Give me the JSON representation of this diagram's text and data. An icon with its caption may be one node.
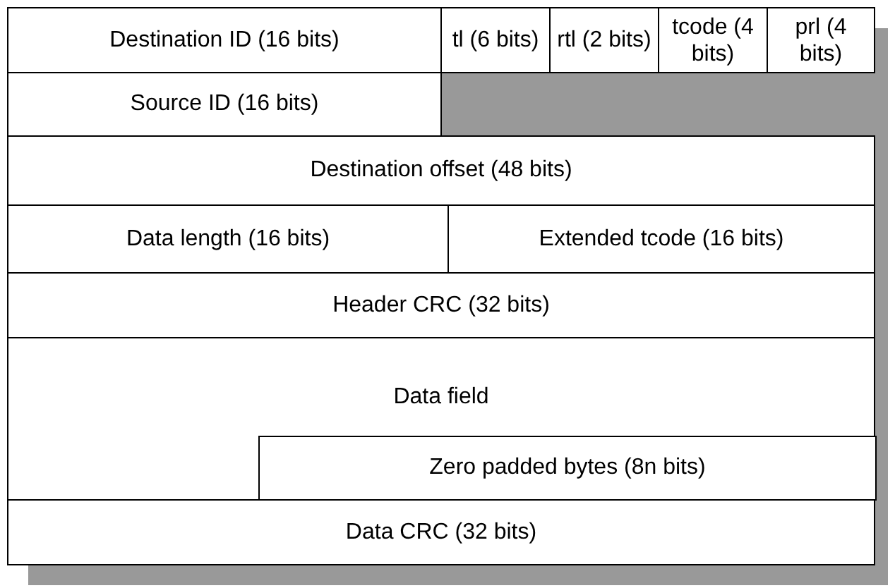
{
  "diagram": {
    "nodes": [
      {
        "text": [
          "Destination ID (16 bits)"
        ]
      },
      {
        "text": [
          "tl (6 bits)"
        ]
      },
      {
        "text": [
          "rtl (2 bits)"
        ]
      },
      {
        "text": [
          "tcode (4 bits)"
        ]
      },
      {
        "text": [
          "prl (4 bits)"
        ]
      },
      {
        "text": [
          "Source ID (16 bits)"
        ]
      },
      {
        "text": [
          "Destination offset (48 bits)"
        ]
      },
      {
        "text": [
          "Data length (16 bits)"
        ]
      },
      {
        "text": [
          "Extended tcode (16 bits)"
        ]
      },
      {
        "text": [
          "Header CRC (32 bits)"
        ]
      },
      {
        "text": [
          "Data field"
        ]
      },
      {
        "text": [
          "Zero padded bytes (8n bits)"
        ],
        "in": 10
      },
      {
        "text": [
          "Data CRC (32 bits)"
        ]
      }
    ]
  }
}
